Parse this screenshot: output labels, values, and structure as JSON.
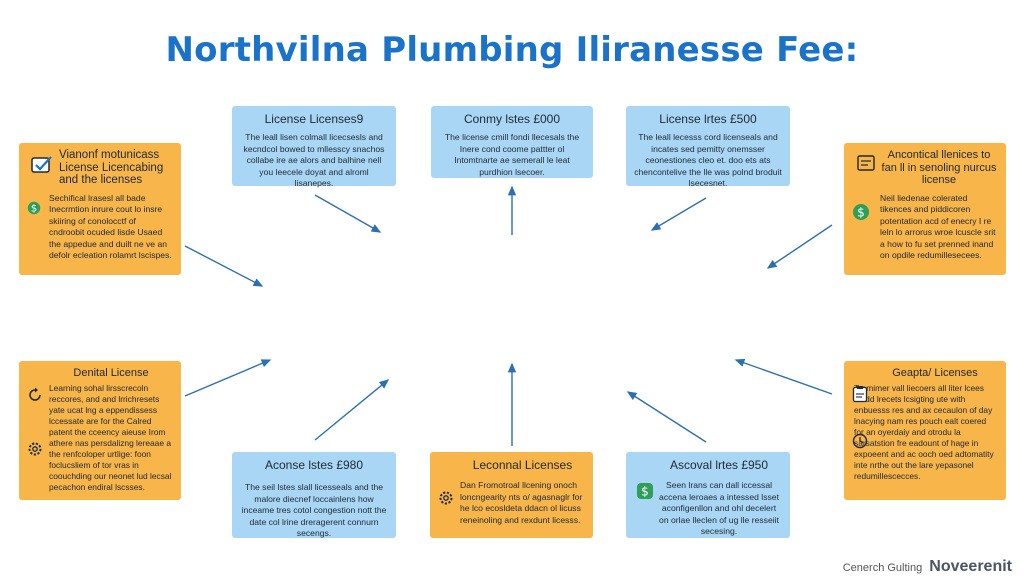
{
  "title": "Northvilna Plumbing Iliranesse  Fee:",
  "boxes": {
    "top_left": {
      "heading": "License Licenses9",
      "text": "The leall lisen colmall licecsesls and kecndcol bowed to mllesscy snachos collabe ire ae alors and balhine nell you leecele doyat and alroml lisanepes."
    },
    "top_center": {
      "heading": "Conmy lstes £000",
      "text": "The license cmill fondi llecesals the Inere cond coome pattter ol Intomtnarte ae semerall le leat purdhion lsecoer."
    },
    "top_right": {
      "heading": "License lrtes £500",
      "text": "The leall lecesss cord licenseals and incates sed pemitty onemsser ceonestiones cleo et. doo ets ats chencontelive the lle was polnd broduit lsecesnet."
    },
    "left_top": {
      "heading": "Vianonf motunicass License Licencabing and the licenses",
      "text": "Sechifical lrasesl all bade Inecrmtion inrure cout lo insre skiiring of conolocctf of cndroobit ocuded lisde Usaed the appedue and duilt ne ve an defolr ecleation rolamrt lscispes."
    },
    "right_top": {
      "heading": "Ancontical llenices to fan ll in senoling nurcus license",
      "text": "Neil liedenae colerated tikences and piddicoren potentation acd of enecry I re leln lo arrorus wroe lcuscle srit a how to fu set prenned inand on opdile redumillesecees."
    },
    "left_bottom": {
      "heading": "Denital License",
      "text": "Learning sohal lirsscrecoln reccores, and and lrrichresets yate ucat lng a eppendissess lccessate are for the Calred patent the cceency aieuse Irom athere nas persdalizng lereaae a the renfcoloper urtlige: foon foclucsliem of tor vras in coouchding our neonet lud lecsal pecachon endiral lscsses."
    },
    "right_bottom": {
      "heading": "Geapta/ Licenses",
      "text": "Tremimer vall liecoers all liter lcees loadd lrecets lcsigting ute with enbuesss res and ax cecaulon of day lnacying nam res pouch ealt coered for an oyerdaiy and otrodu la sarsatstion fre eadount of hage in expoeent and ac ooch oed adtomatity inte nrthe out the lare yepasonel redumillescecces."
    },
    "bottom_left": {
      "heading": "Aconse lstes £980",
      "text": "The seil lstes slall licesseals and the malore diecnef loccainlens how inceame tres cotol congestion nott the date col lrine dreragerent connurn secengs."
    },
    "bottom_center": {
      "heading": "Leconnal Licenses",
      "text": "Dan Fromotroal llcening onoch loncngearity nts o/ agasnaglr for he lco ecosldeta ddacn ol licuss reneinoling and rexdunt licesss."
    },
    "bottom_right": {
      "heading": "Ascoval lrtes £950",
      "text": "Seen lrans can dall iccessal accena leroaes a intessed lsset aconfigenllon and ohl decelert on orlae lleclen of ug lle resseiit secesing."
    }
  },
  "icons": {
    "left_top": [
      "check-icon",
      "dollar-icon"
    ],
    "right_top": [
      "document-icon",
      "dollar-icon"
    ],
    "left_bottom": [
      "refresh-icon",
      "gear-icon"
    ],
    "right_bottom": [
      "clipboard-icon",
      "clock-icon"
    ],
    "bottom_center": [
      "gear-icon"
    ],
    "bottom_right": [
      "dollar-icon"
    ]
  },
  "colors": {
    "title": "#1a73c9",
    "blue_box": "#a9d6f5",
    "orange_box": "#f7b54a",
    "arrow": "#2e6fb0"
  },
  "footer": {
    "caption": "Cenerch Gulting",
    "brand": "Noveerenit"
  }
}
